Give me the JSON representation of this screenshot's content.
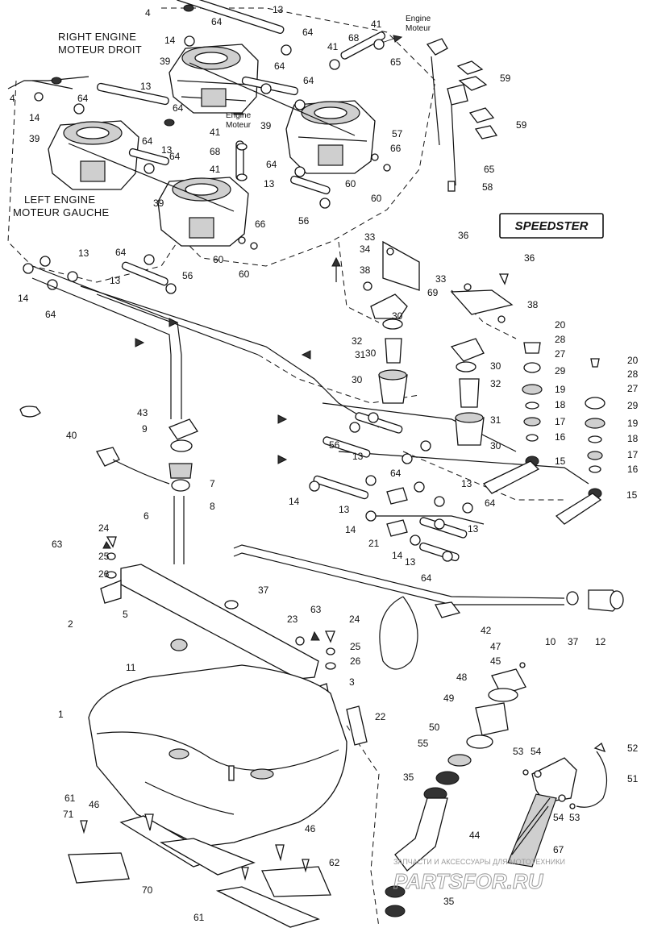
{
  "model_badge": "SPEEDSTER",
  "titles": {
    "right_engine_en": "RIGHT ENGINE",
    "right_engine_fr": "MOTEUR DROIT",
    "left_engine_en": "LEFT ENGINE",
    "left_engine_fr": "MOTEUR GAUCHE"
  },
  "engine_notes": {
    "top_en": "Engine",
    "top_fr": "Moteur",
    "mid_en": "Engine",
    "mid_fr": "Moteur"
  },
  "callouts": [
    "1",
    "2",
    "3",
    "4",
    "5",
    "6",
    "7",
    "8",
    "9",
    "10",
    "11",
    "12",
    "13",
    "14",
    "15",
    "16",
    "17",
    "18",
    "19",
    "20",
    "21",
    "22",
    "23",
    "24",
    "25",
    "26",
    "27",
    "28",
    "29",
    "30",
    "31",
    "32",
    "33",
    "34",
    "35",
    "36",
    "37",
    "38",
    "39",
    "40",
    "41",
    "42",
    "43",
    "44",
    "45",
    "46",
    "47",
    "48",
    "49",
    "50",
    "51",
    "52",
    "53",
    "54",
    "55",
    "56",
    "57",
    "58",
    "59",
    "60",
    "61",
    "62",
    "63",
    "64",
    "65",
    "66",
    "67",
    "68",
    "69",
    "70",
    "71"
  ],
  "watermark": {
    "caption": "ЗАПЧАСТИ И АКСЕССУАРЫ ДЛЯ МОТОТЕХНИКИ",
    "logo": "PARTSFOR.RU"
  }
}
